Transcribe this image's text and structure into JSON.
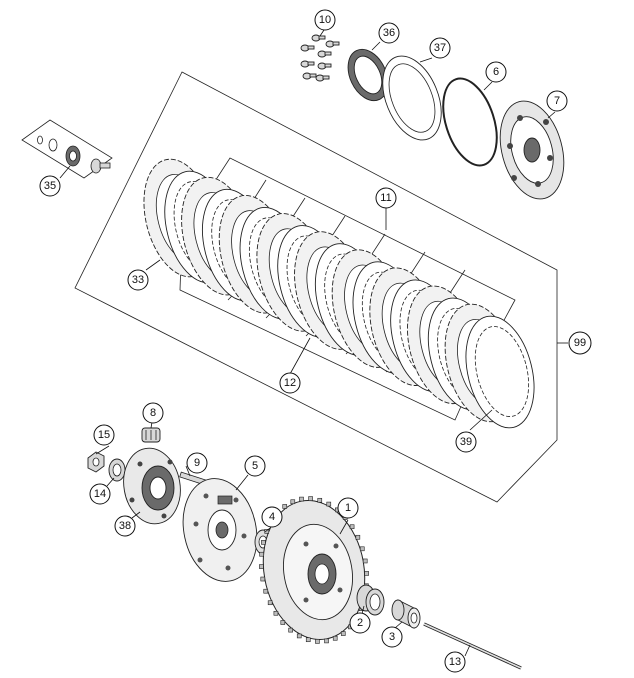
{
  "callouts": {
    "c1": "1",
    "c2": "2",
    "c3": "3",
    "c4": "4",
    "c5": "5",
    "c6": "6",
    "c7": "7",
    "c8": "8",
    "c9": "9",
    "c10": "10",
    "c11": "11",
    "c12": "12",
    "c13": "13",
    "c14": "14",
    "c15": "15",
    "c33": "33",
    "c35": "35",
    "c36": "36",
    "c37": "37",
    "c38": "38",
    "c39": "39",
    "c99": "99"
  },
  "colors": {
    "line": "#222222",
    "fill_light": "#f4f4f4",
    "fill_mid": "#d8d8d8",
    "fill_dark": "#6a6a6a"
  },
  "plate_stack": {
    "friction_plates": 9,
    "steel_plates": 9
  }
}
